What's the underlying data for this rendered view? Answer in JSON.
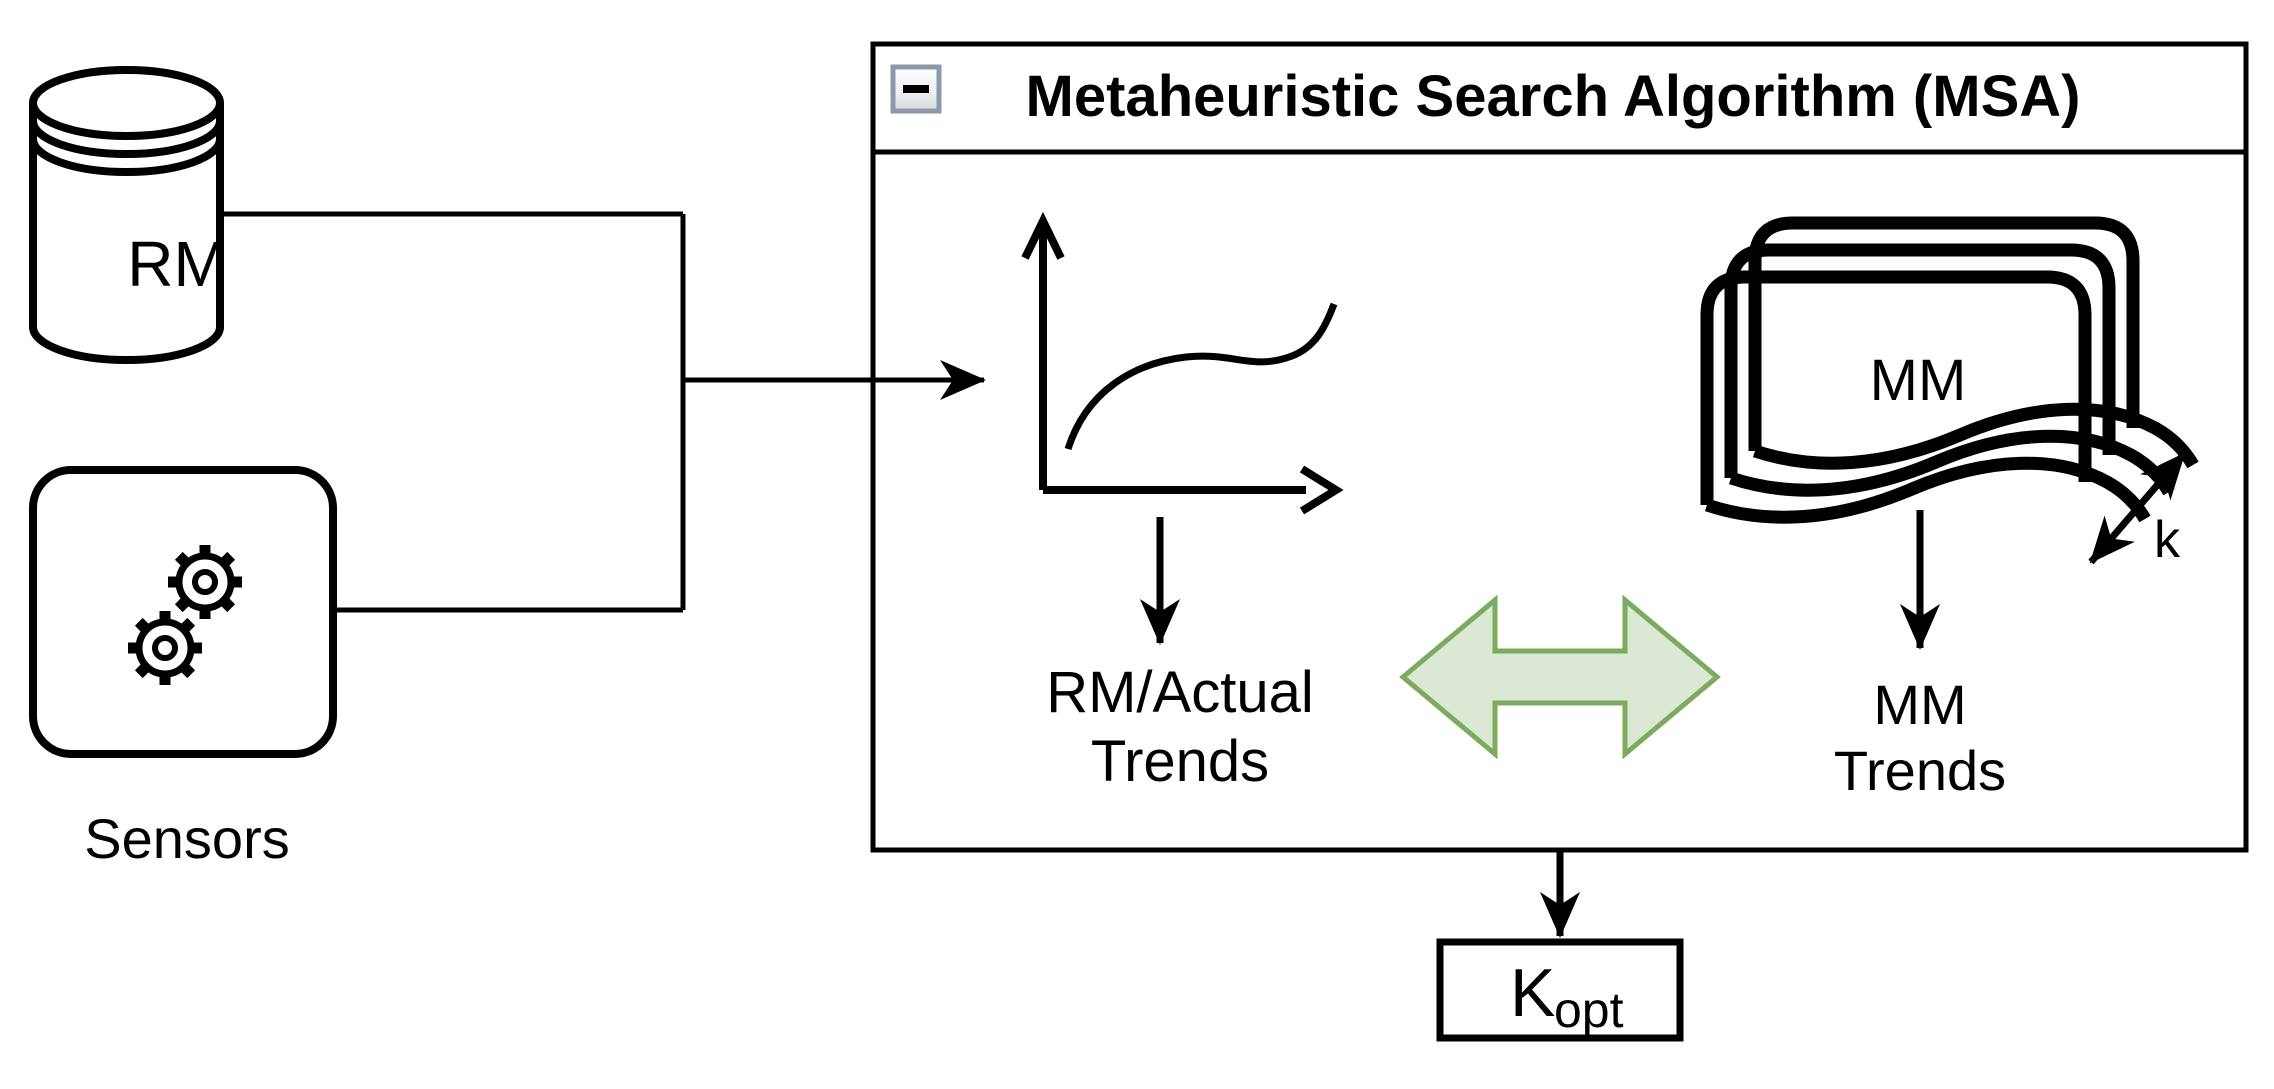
{
  "window": {
    "title": "Metaheuristic Search Algorithm (MSA)"
  },
  "icons": {
    "minimize": "minus"
  },
  "nodes": {
    "rm": {
      "label": "RM"
    },
    "sensors": {
      "label": "Sensors"
    },
    "mm_stack": {
      "label": "MM",
      "depth_label": "k"
    },
    "rm_actual_trends": {
      "line1": "RM/Actual",
      "line2": "Trends"
    },
    "mm_trends": {
      "line1": "MM",
      "line2": "Trends"
    },
    "k_opt": {
      "base": "K",
      "subscript": "opt"
    }
  },
  "colors": {
    "line": "#000000",
    "compare_arrow_fill": "#dbe8d3",
    "compare_arrow_stroke": "#7cab5d",
    "minimize_button_border": "#8d99aa"
  }
}
